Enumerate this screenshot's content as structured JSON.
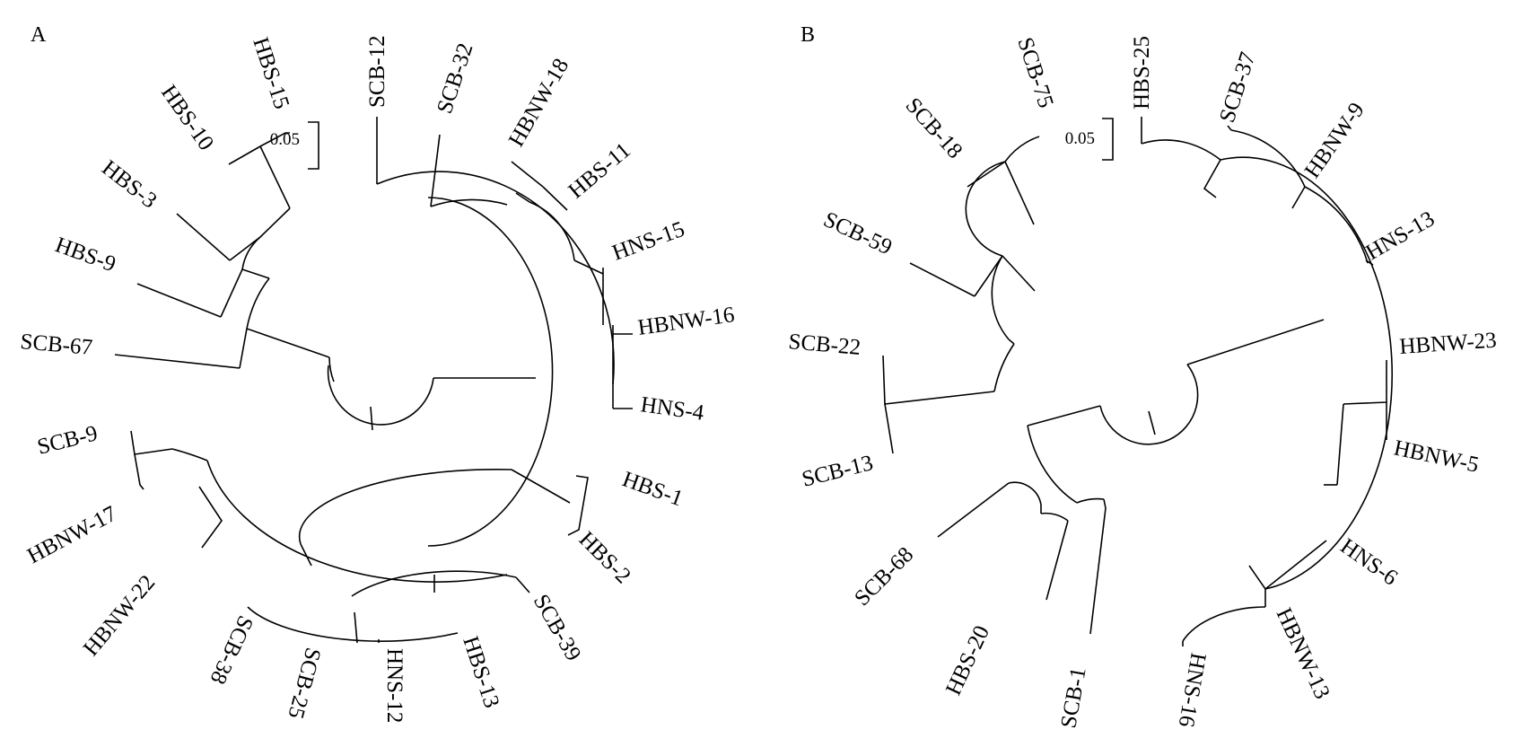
{
  "panels": [
    {
      "id": "A",
      "label": "A",
      "scale_label": "0.05",
      "leaves": [
        "SCB-12",
        "SCB-32",
        "HBNW-18",
        "HBS-11",
        "HNS-15",
        "HBNW-16",
        "HNS-4",
        "HBS-1",
        "HBS-2",
        "SCB-39",
        "HBS-13",
        "HNS-12",
        "SCB-25",
        "SCB-38",
        "HBNW-22",
        "HBNW-17",
        "SCB-9",
        "SCB-67",
        "HBS-9",
        "HBS-3",
        "HBS-10",
        "HBS-15"
      ]
    },
    {
      "id": "B",
      "label": "B",
      "scale_label": "0.05",
      "leaves": [
        "HBS-25",
        "SCB-37",
        "HBNW-9",
        "HNS-13",
        "HBNW-23",
        "HBNW-5",
        "HNS-6",
        "HBNW-13",
        "HNS-16",
        "SCB-1",
        "HBS-20",
        "SCB-68",
        "SCB-13",
        "SCB-22",
        "SCB-59",
        "SCB-18",
        "SCB-75"
      ]
    }
  ],
  "colors": {
    "line": "#000000",
    "text": "#000000",
    "background": "#ffffff"
  }
}
